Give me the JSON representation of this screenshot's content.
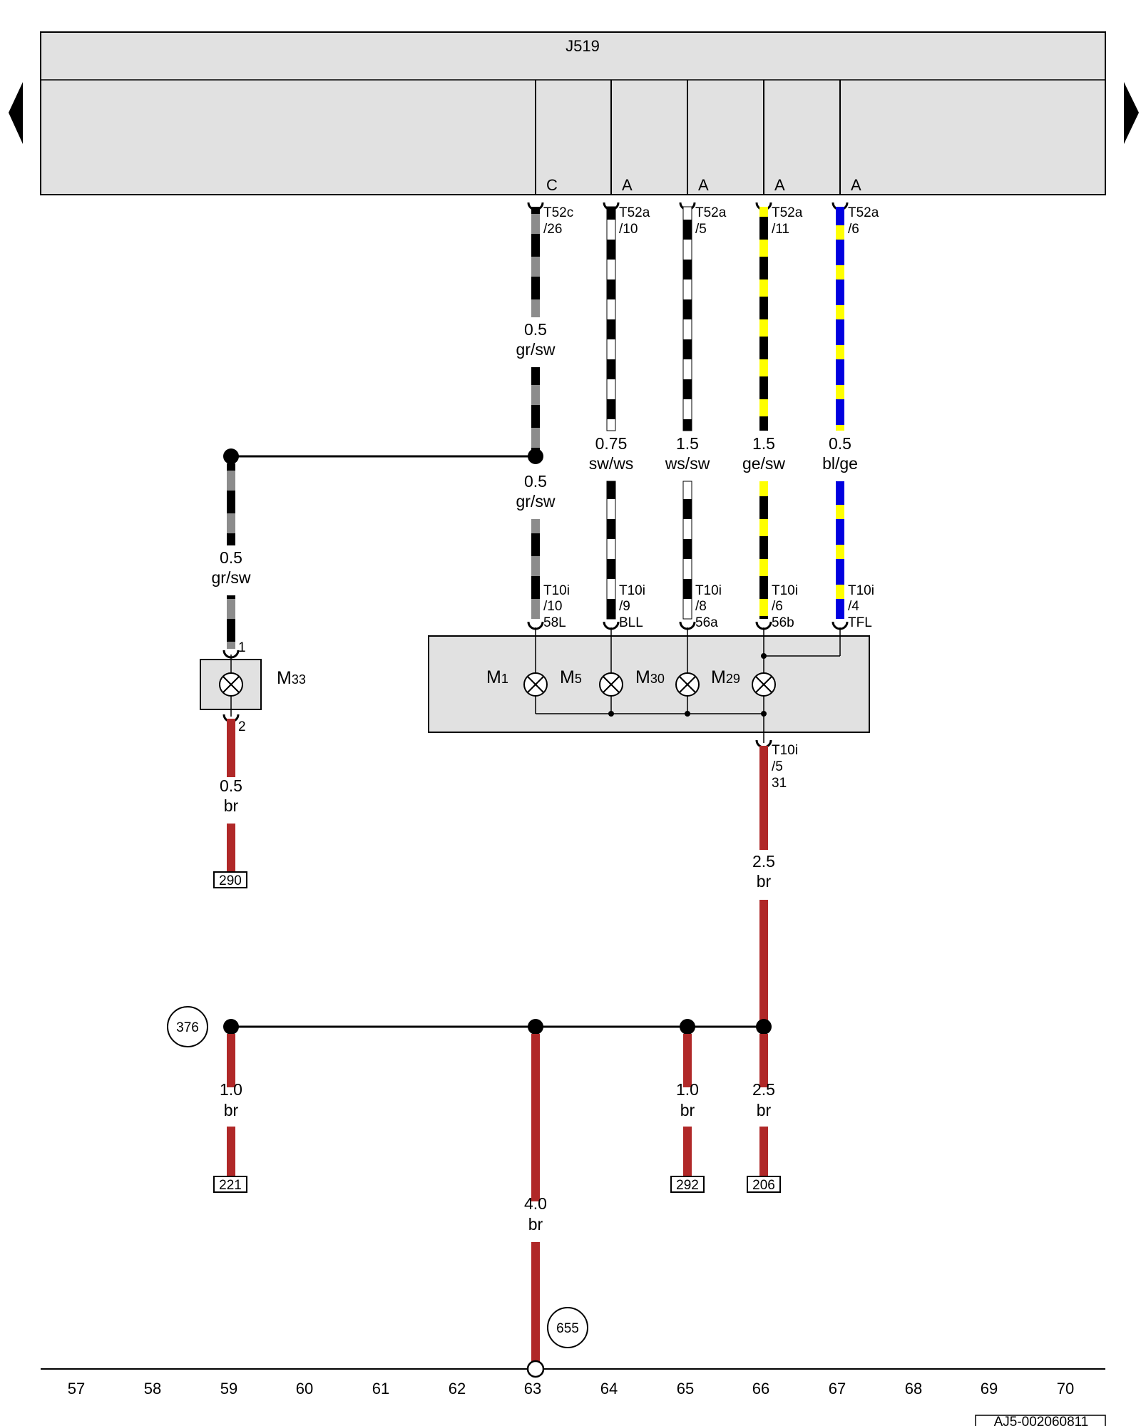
{
  "control_unit": {
    "label": "J519",
    "pins": [
      {
        "letter": "C",
        "id": "T52c",
        "num": "/26"
      },
      {
        "letter": "A",
        "id": "T52a",
        "num": "/10"
      },
      {
        "letter": "A",
        "id": "T52a",
        "num": "/5"
      },
      {
        "letter": "A",
        "id": "T52a",
        "num": "/11"
      },
      {
        "letter": "A",
        "id": "T52a",
        "num": "/6"
      }
    ]
  },
  "colors": {
    "panel": "#e1e1e1",
    "brown": "#b02828",
    "black": "#000000",
    "white": "#ffffff",
    "grey": "#8c8c8c",
    "yellow": "#ffff00",
    "blue": "#0000e0"
  },
  "wires": {
    "w1_top": {
      "gauge": "0.5",
      "color": "gr/sw"
    },
    "w1_bottom": {
      "gauge": "0.5",
      "color": "gr/sw"
    },
    "w2": {
      "gauge": "0.75",
      "color": "sw/ws"
    },
    "w3": {
      "gauge": "1.5",
      "color": "ws/sw"
    },
    "w4": {
      "gauge": "1.5",
      "color": "ge/sw"
    },
    "w5": {
      "gauge": "0.5",
      "color": "bl/ge"
    },
    "m33_top": {
      "gauge": "0.5",
      "color": "gr/sw"
    },
    "m33_bottom": {
      "gauge": "0.5",
      "color": "br"
    },
    "ground_31": {
      "gauge": "2.5",
      "color": "br"
    },
    "g221": {
      "gauge": "1.0",
      "color": "br"
    },
    "g655": {
      "gauge": "4.0",
      "color": "br"
    },
    "g292": {
      "gauge": "1.0",
      "color": "br"
    },
    "g206": {
      "gauge": "2.5",
      "color": "br"
    }
  },
  "lamp_unit": {
    "connectors": [
      {
        "id": "T10i",
        "num": "/10",
        "sig": "58L"
      },
      {
        "id": "T10i",
        "num": "/9",
        "sig": "BLL"
      },
      {
        "id": "T10i",
        "num": "/8",
        "sig": "56a"
      },
      {
        "id": "T10i",
        "num": "/6",
        "sig": "56b"
      },
      {
        "id": "T10i",
        "num": "/4",
        "sig": "TFL"
      }
    ],
    "lamps": [
      {
        "main": "M",
        "sub": "1"
      },
      {
        "main": "M",
        "sub": "5"
      },
      {
        "main": "M",
        "sub": "30"
      },
      {
        "main": "M",
        "sub": "29"
      }
    ],
    "ground_connector": {
      "id": "T10i",
      "num": "/5",
      "sig": "31"
    }
  },
  "m33": {
    "main": "M",
    "sub": "33",
    "pin_top": "1",
    "pin_bottom": "2"
  },
  "refs": {
    "r290": "290",
    "r221": "221",
    "r292": "292",
    "r206": "206"
  },
  "ground_points": {
    "g376": "376",
    "g655": "655"
  },
  "grid": [
    "57",
    "58",
    "59",
    "60",
    "61",
    "62",
    "63",
    "64",
    "65",
    "66",
    "67",
    "68",
    "69",
    "70"
  ],
  "doc_code": "AJ5-002060811"
}
